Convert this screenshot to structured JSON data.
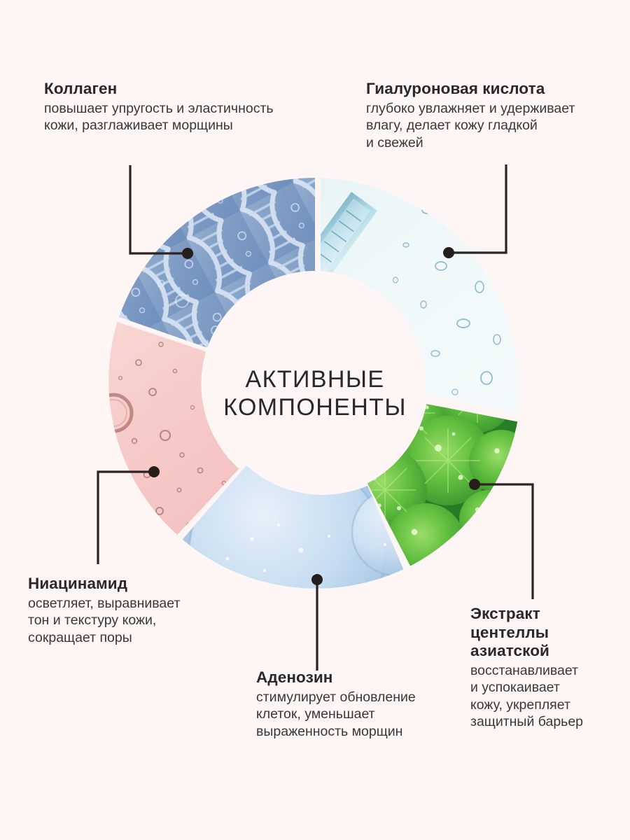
{
  "page": {
    "background_color": "#fdf6f4",
    "ink_color": "#2b2927",
    "connector_color": "#2b2423"
  },
  "center": {
    "caption": "АКТИВНЫЕ\nКОМПОНЕНТЫ"
  },
  "items": [
    {
      "key": "collagen",
      "title": "Коллаген",
      "desc": "повышает упругость и эластичность\nкожи, разглаживает морщины",
      "segment_color": "#7f9cc4",
      "texture": "dna-helix"
    },
    {
      "key": "hyaluronic_acid",
      "title": "Гиалуроновая кислота",
      "desc": "глубоко увлажняет и удерживает\nвлагу, делает кожу гладкой\nи свежей",
      "segment_color": "#e8f2f4",
      "texture": "water-gel-drop"
    },
    {
      "key": "centella",
      "title": "Экстракт\nцентеллы\nазиатской",
      "desc": "восстанавливает\nи успокаивает\nкожу, укрепляет\nзащитный барьер",
      "segment_color": "#56b23a",
      "texture": "centella-leaves"
    },
    {
      "key": "adenosine",
      "title": "Аденозин",
      "desc": "стимулирует обновление\nклеток, уменьшает\nвыраженность морщин",
      "segment_color": "#b2cee8",
      "texture": "blue-gel-droplet"
    },
    {
      "key": "niacinamide",
      "title": "Ниацинамид",
      "desc": "осветляет, выравнивает\nтон и текстуру кожи,\nсокращает поры",
      "segment_color": "#f4c8c6",
      "texture": "pink-bubbles"
    }
  ]
}
